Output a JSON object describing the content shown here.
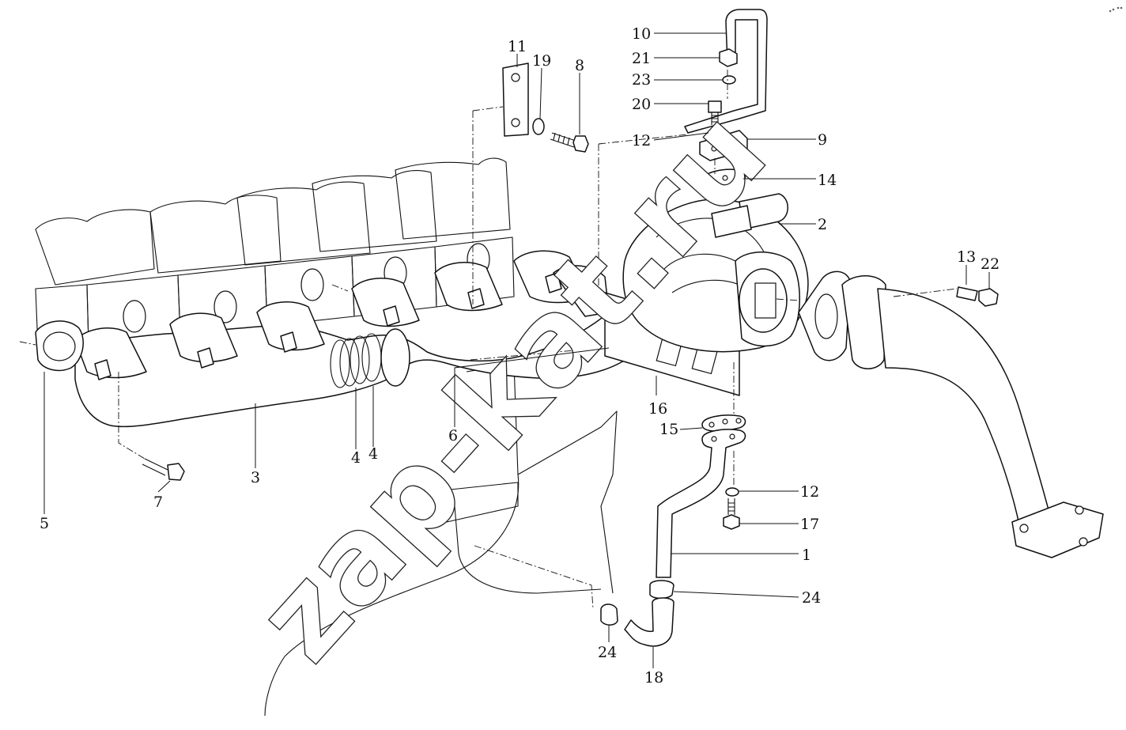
{
  "diagram": {
    "watermark": "zap-kat.ru",
    "callouts": [
      {
        "id": "10",
        "part": "oil-supply-tube"
      },
      {
        "id": "21",
        "part": "nut"
      },
      {
        "id": "23",
        "part": "washer"
      },
      {
        "id": "20",
        "part": "banjo-bolt"
      },
      {
        "id": "12",
        "part": "washer-upper"
      },
      {
        "id": "9",
        "part": "flange-block"
      },
      {
        "id": "14",
        "part": "gasket-upper"
      },
      {
        "id": "2",
        "part": "turbocharger"
      },
      {
        "id": "11",
        "part": "bracket-plate"
      },
      {
        "id": "19",
        "part": "washer"
      },
      {
        "id": "8",
        "part": "bolt"
      },
      {
        "id": "13",
        "part": "stud"
      },
      {
        "id": "22",
        "part": "nut"
      },
      {
        "id": "16",
        "part": "turbo-gasket"
      },
      {
        "id": "15",
        "part": "gasket-lower"
      },
      {
        "id": "12",
        "part": "washer-lower"
      },
      {
        "id": "17",
        "part": "bolt"
      },
      {
        "id": "1",
        "part": "oil-return-tube"
      },
      {
        "id": "24",
        "part": "clamp-right"
      },
      {
        "id": "24",
        "part": "clamp-left"
      },
      {
        "id": "18",
        "part": "hose"
      },
      {
        "id": "6",
        "part": "manifold-rear"
      },
      {
        "id": "4",
        "part": "sealing-ring-a"
      },
      {
        "id": "4",
        "part": "sealing-ring-b"
      },
      {
        "id": "3",
        "part": "manifold-front"
      },
      {
        "id": "5",
        "part": "manifold-gasket"
      },
      {
        "id": "7",
        "part": "manifold-bolt"
      }
    ]
  }
}
